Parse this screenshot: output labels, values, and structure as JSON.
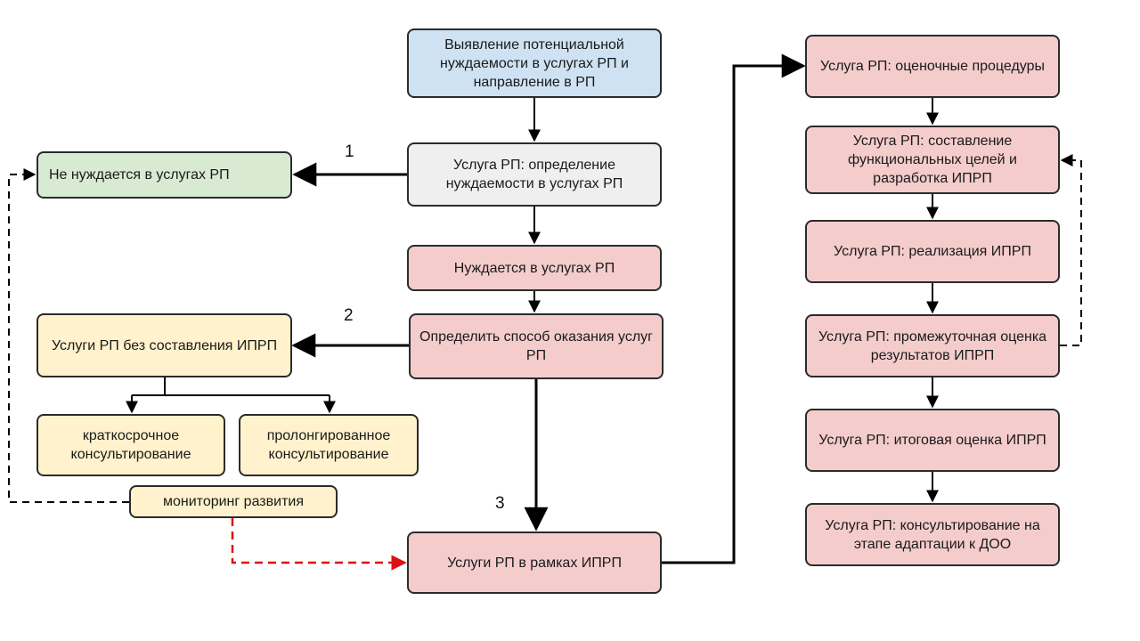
{
  "labels": {
    "num1": "1",
    "num2": "2",
    "num3": "3"
  },
  "nodes": {
    "identification": "Выявление потенциальной нуждаемости в услугах РП и направление в РП",
    "determine_need": "Услуга РП: определение нуждаемости в услугах РП",
    "not_needed": "Не нуждается в услугах РП",
    "needed": "Нуждается в услугах РП",
    "choose_method": "Определить способ оказания услуг РП",
    "no_iprp": "Услуги РП без составления ИПРП",
    "short_consult": "краткосрочное консультирование",
    "prolonged_consult": "пролонгированное консультирование",
    "monitoring": "мониторинг развития",
    "within_iprp": "Услуги РП в рамках ИПРП",
    "assessment": "Услуга РП: оценочные процедуры",
    "goals": "Услуга РП: составление функциональных целей и разработка ИПРП",
    "implementation": "Услуга РП: реализация ИПРП",
    "intermediate": "Услуга РП: промежуточная оценка результатов ИПРП",
    "final": "Услуга РП: итоговая оценка ИПРП",
    "adaptation": "Услуга РП: консультирование на этапе адаптации к ДОО"
  },
  "colors": {
    "blue": "#cfe2f3",
    "gray": "#efefef",
    "green": "#d9ead3",
    "pink": "#f4cccc",
    "yellow": "#fff2cc",
    "line": "#000000",
    "accent_dashed": "#dd1111"
  }
}
